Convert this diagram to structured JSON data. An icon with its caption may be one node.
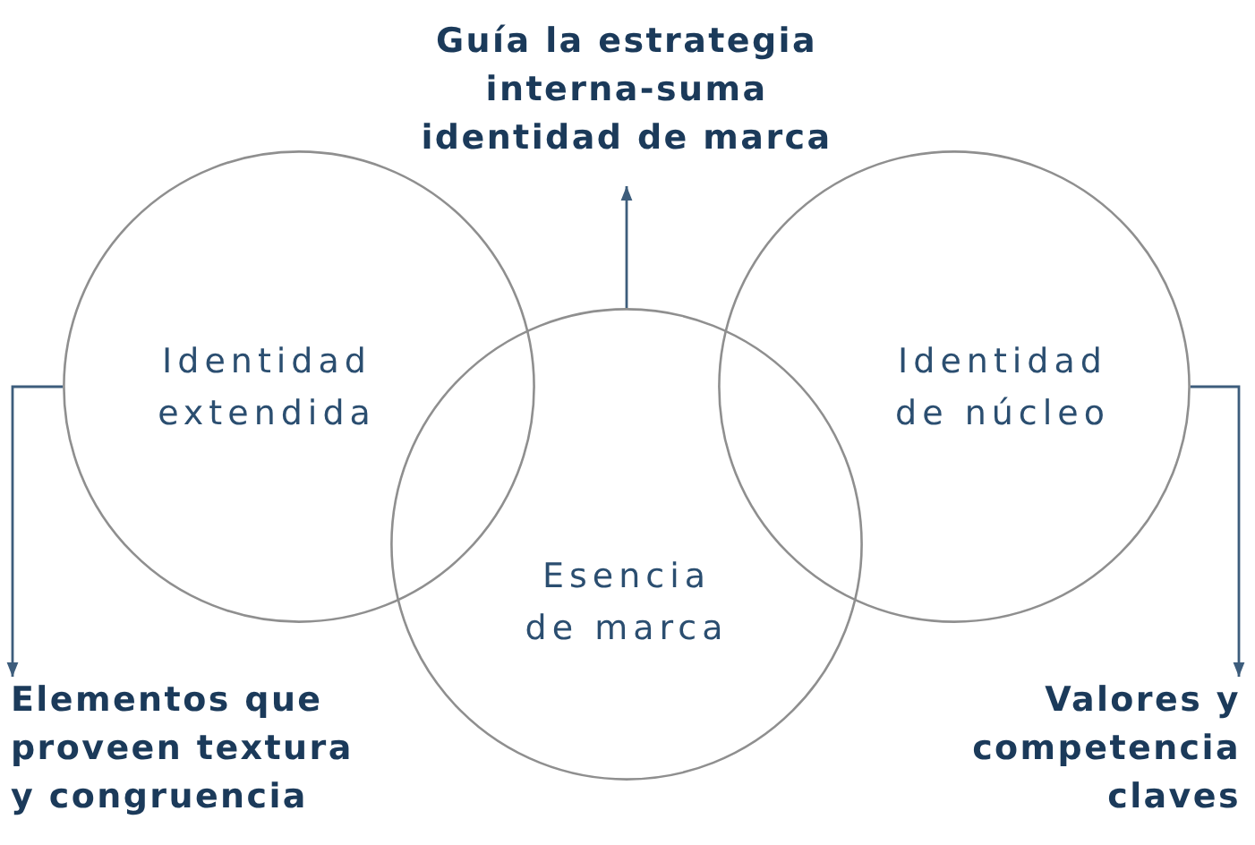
{
  "diagram": {
    "nodes": [
      {
        "text": [
          "Guía la estrategia interna-suma identidad de marca"
        ]
      },
      {
        "text": [
          "Identidad extendida"
        ]
      },
      {
        "text": [
          "Esencia de marca"
        ]
      },
      {
        "text": [
          "Identidad de núcleo"
        ]
      },
      {
        "text": [
          "Elementos que proveen textura y congruencia"
        ]
      },
      {
        "text": [
          "Valores y competencia claves"
        ]
      }
    ],
    "edges": [
      {
        "from": 2,
        "to": 0,
        "arrow": "to"
      },
      {
        "from": 1,
        "to": 4,
        "arrow": "to"
      },
      {
        "from": 3,
        "to": 5,
        "arrow": "to"
      }
    ]
  }
}
